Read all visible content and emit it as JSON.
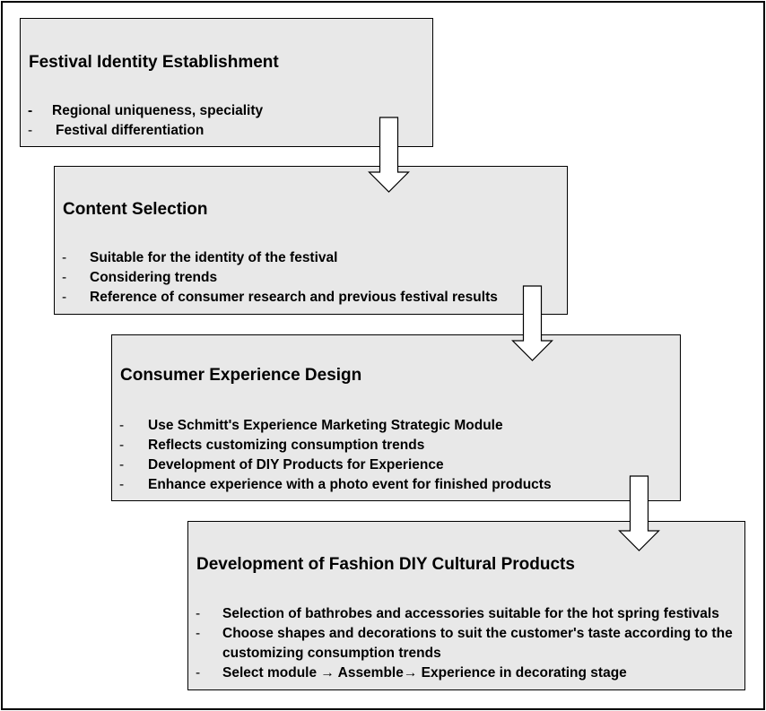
{
  "stages": [
    {
      "title": "Festival Identity Establishment",
      "items": [
        {
          "bullet": "-",
          "text": "Regional uniqueness, speciality"
        },
        {
          "bullet": "-",
          "text": "Festival differentiation"
        }
      ]
    },
    {
      "title": "Content Selection",
      "items": [
        {
          "bullet": "-",
          "text": "Suitable for the identity of the festival"
        },
        {
          "bullet": "-",
          "text": "Considering trends"
        },
        {
          "bullet": "-",
          "text": "Reference of consumer research and previous festival results"
        }
      ]
    },
    {
      "title": "Consumer Experience Design",
      "items": [
        {
          "bullet": "-",
          "text": "Use Schmitt's Experience Marketing Strategic Module"
        },
        {
          "bullet": "-",
          "text": "Reflects customizing consumption trends"
        },
        {
          "bullet": "-",
          "text": "Development of DIY Products for Experience"
        },
        {
          "bullet": "-",
          "text": "Enhance experience with a  photo event for finished products"
        }
      ]
    },
    {
      "title": "Development of Fashion DIY Cultural Products",
      "items": [
        {
          "bullet": "-",
          "text": "Selection of bathrobes and accessories suitable for the hot spring festivals"
        },
        {
          "bullet": "-",
          "text": "Choose shapes and decorations to suit the customer's taste according to the customizing consumption trends"
        },
        {
          "bullet": "-",
          "text": "Select module → Assemble→ Experience in decorating stage"
        }
      ]
    }
  ],
  "colors": {
    "box_fill": "#e8e8e8",
    "border": "#000000",
    "arrow_fill": "#ffffff"
  }
}
